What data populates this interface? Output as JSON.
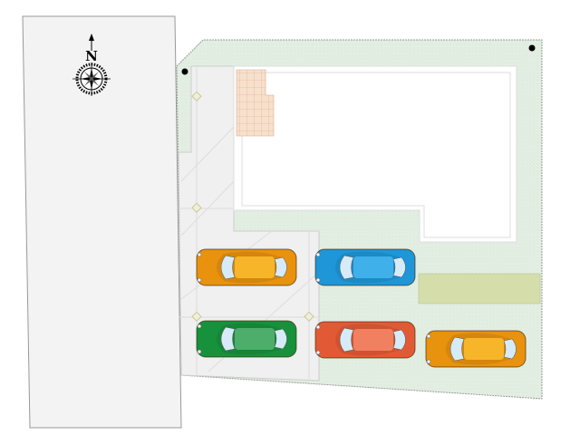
{
  "compass": {
    "label": "N"
  },
  "colors": {
    "road": "#f2f2f2",
    "lawn": "#e3efe3",
    "paving": "#f0f0f0",
    "building": "#ffffff",
    "tiles": "#f7e0cc",
    "garden_bed": "#d5deaa"
  },
  "cars": [
    {
      "name": "car-orange-1",
      "body": "#e8920e",
      "roof": "#f7b52a"
    },
    {
      "name": "car-blue",
      "body": "#1e96d8",
      "roof": "#3fb0ea"
    },
    {
      "name": "car-green",
      "body": "#17913c",
      "roof": "#4cae6a"
    },
    {
      "name": "car-red",
      "body": "#e25a35",
      "roof": "#f08060"
    },
    {
      "name": "car-orange-2",
      "body": "#e8920e",
      "roof": "#f7b52a"
    }
  ]
}
